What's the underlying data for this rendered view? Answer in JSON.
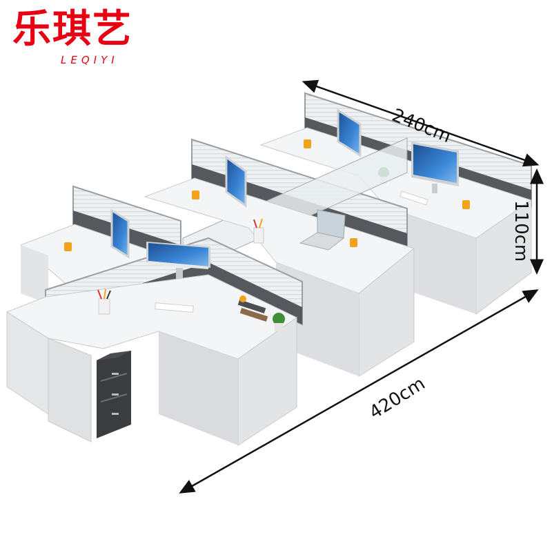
{
  "brand": {
    "name_cn": "乐琪艺",
    "name_en": "LEQIYI",
    "color": "#e60012"
  },
  "dimensions": {
    "width_label": "240cm",
    "height_label": "110cm",
    "length_label": "420cm"
  },
  "colors": {
    "desk_top": "#f4f5f6",
    "desk_side": "#e3e4e6",
    "partition_glass": "#eef1f3",
    "partition_frame": "#9a9da1",
    "partition_dark": "#55585c",
    "cabinet": "#3a3c3f",
    "screen": "#3a78c4",
    "mug": "#f2a31b",
    "plant": "#3f8f3a",
    "arrow": "#111111"
  },
  "icons": [
    "monitor-icon",
    "laptop-icon",
    "mug-icon",
    "pen-holder-icon",
    "plant-icon",
    "drawer-cabinet-icon"
  ]
}
